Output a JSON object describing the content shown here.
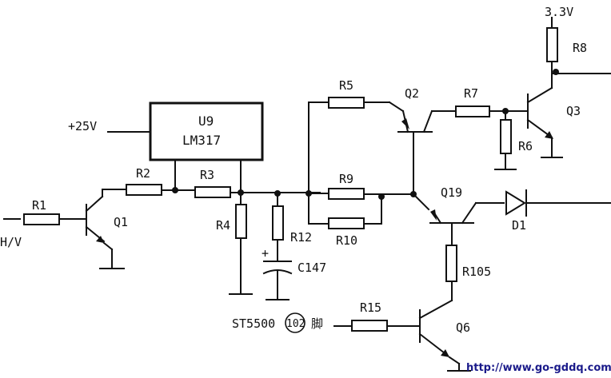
{
  "supplies": {
    "v25": "+25V",
    "v33": "3.3V"
  },
  "ic": {
    "ref": "U9",
    "part": "LM317"
  },
  "signal": {
    "input": "H/V"
  },
  "pin_ref": {
    "chip": "ST5500",
    "pin": "102",
    "suffix": "脚"
  },
  "resistors": {
    "r1": "R1",
    "r2": "R2",
    "r3": "R3",
    "r4": "R4",
    "r5": "R5",
    "r6": "R6",
    "r7": "R7",
    "r8": "R8",
    "r9": "R9",
    "r10": "R10",
    "r12": "R12",
    "r15": "R15",
    "r105": "R105"
  },
  "capacitors": {
    "c147": "C147"
  },
  "transistors": {
    "q1": "Q1",
    "q2": "Q2",
    "q3": "Q3",
    "q6": "Q6",
    "q19": "Q19"
  },
  "diodes": {
    "d1": "D1"
  },
  "watermark": "http://www.go-gddq.com"
}
